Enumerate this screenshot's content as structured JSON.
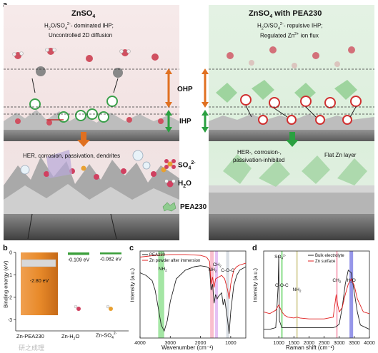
{
  "panel_a": {
    "label": "a",
    "left": {
      "title_main": "ZnSO",
      "title_sub": "4",
      "line1_pre": "H",
      "line1_a": "2",
      "line1_b": "O/SO",
      "line1_c": "4",
      "line1_sup": "2-",
      "line1_post": "- dominated IHP;",
      "line2": "Uncontrolled 2D diffusion",
      "bottom_caption": "HER, corrosion, passivation, dendrites"
    },
    "right": {
      "title_main": "ZnSO",
      "title_sub": "4",
      "title_post": " with PEA230",
      "line1_pre": "H",
      "line1_a": "2",
      "line1_b": "O/SO",
      "line1_c": "4",
      "line1_sup": "2-",
      "line1_post": "- repulsive IHP;",
      "line2_pre": "Regulated Zn",
      "line2_sup": "2+",
      "line2_post": " ion flux",
      "caption_left_1": "HER-, corrosion-,",
      "caption_left_2": "passivation-inhibited",
      "caption_right": "Flat Zn layer"
    },
    "middle": {
      "ohp": "OHP",
      "ihp": "IHP"
    },
    "legend": {
      "so4_main": "SO",
      "so4_sub": "4",
      "so4_sup": "2-",
      "h2o_main": "H",
      "h2o_sub": "2",
      "h2o_post": "O",
      "pea": "PEA230"
    }
  },
  "panel_b": {
    "label": "b",
    "chart_data": {
      "type": "bar",
      "categories": [
        "Zn-PEA230",
        "Zn-H2O",
        "Zn-SO4 2-"
      ],
      "values": [
        -2.8,
        -0.109,
        -0.082
      ],
      "value_labels": [
        "-2.80 eV",
        "-0.109 eV",
        "-0.082 eV"
      ],
      "ylabel": "Binding energy (eV)",
      "ylim": [
        -3.5,
        0
      ],
      "yticks": [
        "0",
        "-1",
        "-2",
        "-3"
      ],
      "colors": [
        "#e8913a",
        "#3a9e3a",
        "#3a9e3a"
      ]
    },
    "cat_labels": {
      "c1": "Zn-PEA230",
      "c2_pre": "Zn-H",
      "c2_sub": "2",
      "c2_post": "O",
      "c3_pre": "Zn-SO",
      "c3_sub": "4",
      "c3_sup": "2-"
    }
  },
  "panel_c": {
    "label": "c",
    "chart_data": {
      "type": "line",
      "xlabel": "Wavenumber (cm⁻¹)",
      "ylabel": "Intensity (a.u.)",
      "xlim": [
        4000,
        500
      ],
      "xticks": [
        "4000",
        "3000",
        "2000",
        "1000"
      ],
      "series": [
        {
          "name": "PEA230",
          "color": "#222222",
          "x": [
            4000,
            3800,
            3600,
            3500,
            3400,
            3300,
            3200,
            3100,
            3000,
            2900,
            2800,
            2500,
            2200,
            2000,
            1800,
            1700,
            1650,
            1600,
            1550,
            1500,
            1450,
            1400,
            1300,
            1250,
            1200,
            1100,
            1050,
            1000,
            900,
            800,
            700,
            600,
            500
          ],
          "y": [
            0.75,
            0.72,
            0.66,
            0.55,
            0.35,
            0.15,
            0.08,
            0.2,
            0.42,
            0.55,
            0.68,
            0.78,
            0.82,
            0.83,
            0.82,
            0.8,
            0.55,
            0.62,
            0.4,
            0.5,
            0.45,
            0.48,
            0.52,
            0.38,
            0.45,
            0.2,
            0.05,
            0.3,
            0.6,
            0.72,
            0.78,
            0.8,
            0.82
          ]
        },
        {
          "name": "Zn powder after immersion",
          "color": "#e02020",
          "x": [
            4000,
            3500,
            3000,
            2500,
            2000,
            1800,
            1700,
            1650,
            1600,
            1550,
            1500,
            1400,
            1300,
            1200,
            1100,
            1050,
            1000,
            900,
            800,
            700,
            600,
            500
          ],
          "y": [
            0.93,
            0.95,
            0.96,
            0.96,
            0.95,
            0.93,
            0.88,
            0.62,
            0.7,
            0.58,
            0.68,
            0.7,
            0.72,
            0.68,
            0.55,
            0.45,
            0.62,
            0.78,
            0.82,
            0.84,
            0.85,
            0.86
          ]
        }
      ],
      "annotations": [
        {
          "text": "NH",
          "sub": "2",
          "x": 3250
        },
        {
          "text": "NH",
          "sub": "2",
          "x": 1600
        },
        {
          "text": "CH",
          "sub": "2",
          "x": 1450
        },
        {
          "text": "C-O-C",
          "sub": "",
          "x": 1100
        }
      ],
      "bands": [
        {
          "x": [
            3400,
            3200
          ],
          "color": "#7ddc7d"
        },
        {
          "x": [
            1680,
            1560
          ],
          "color": "#f7a3b8"
        },
        {
          "x": [
            1520,
            1420
          ],
          "color": "#d8a6f0"
        },
        {
          "x": [
            1150,
            1050
          ],
          "color": "#c9d0d8"
        }
      ]
    }
  },
  "panel_d": {
    "label": "d",
    "chart_data": {
      "type": "line",
      "xlabel": "Raman shift (cm⁻¹)",
      "ylabel": "Intensity (a.u.)",
      "xlim": [
        500,
        4000
      ],
      "xticks": [
        "1000",
        "1500",
        "2000",
        "2500",
        "3000",
        "3500",
        "4000"
      ],
      "series": [
        {
          "name": "Bulk electrolyte",
          "color": "#222222",
          "x": [
            500,
            700,
            900,
            980,
            1000,
            1020,
            1100,
            1500,
            2000,
            2500,
            2800,
            2900,
            3000,
            3100,
            3200,
            3300,
            3400,
            3500,
            3600,
            3700,
            4000
          ],
          "y": [
            0.1,
            0.1,
            0.12,
            0.6,
            0.95,
            0.2,
            0.12,
            0.12,
            0.12,
            0.12,
            0.12,
            0.13,
            0.16,
            0.35,
            0.62,
            0.78,
            0.75,
            0.52,
            0.3,
            0.15,
            0.1
          ]
        },
        {
          "name": "Zn surface",
          "color": "#e02020",
          "x": [
            500,
            700,
            900,
            1000,
            1100,
            1200,
            1300,
            1500,
            1600,
            1700,
            2000,
            2500,
            2800,
            2900,
            2950,
            3000,
            3100,
            3200,
            3300,
            3400,
            3500,
            3600,
            3800,
            4000
          ],
          "y": [
            0.3,
            0.28,
            0.32,
            0.38,
            0.3,
            0.26,
            0.24,
            0.23,
            0.24,
            0.23,
            0.22,
            0.22,
            0.24,
            0.5,
            0.38,
            0.3,
            0.35,
            0.5,
            0.62,
            0.68,
            0.6,
            0.45,
            0.3,
            0.28
          ]
        }
      ],
      "annotations": [
        {
          "text": "SO",
          "sub": "4",
          "sup": "2-",
          "x": 1000
        },
        {
          "text": "C-O-C",
          "sub": "",
          "x": 1100
        },
        {
          "text": "NH",
          "sub": "2",
          "x": 1600
        },
        {
          "text": "CH",
          "sub": "2",
          "x": 2920
        },
        {
          "text": "H",
          "sub": "2",
          "post": "O",
          "x": 3400
        }
      ],
      "bands": [
        {
          "x": [
            1070,
            1130
          ],
          "color": "#7ddc7d"
        },
        {
          "x": [
            1570,
            1630
          ],
          "color": "#d6d09a"
        },
        {
          "x": [
            2890,
            2950
          ],
          "color": "#f7a3b8"
        },
        {
          "x": [
            3340,
            3460
          ],
          "color": "#6a6ae0"
        }
      ]
    }
  },
  "watermark": "研之成理"
}
